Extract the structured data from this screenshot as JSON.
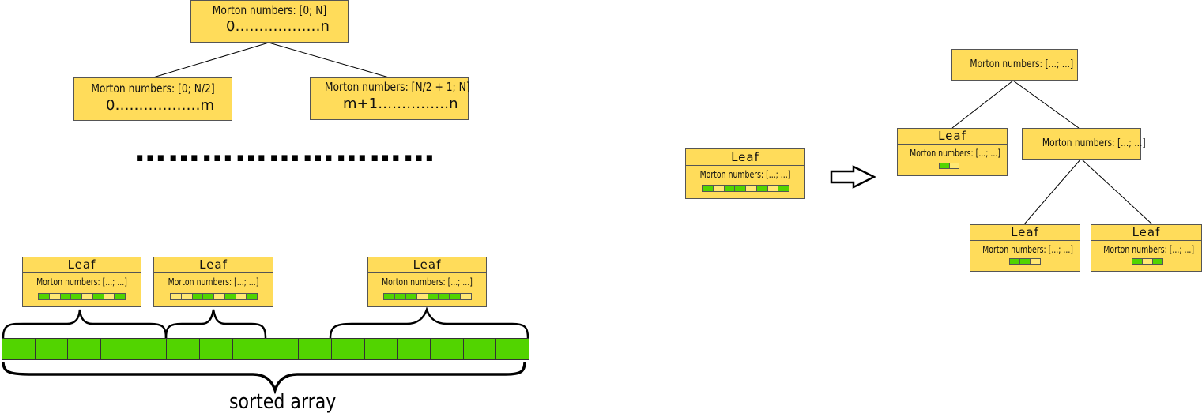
{
  "tree_left": {
    "root": {
      "title": "Morton numbers: [0; N]",
      "range": "0………………n"
    },
    "left_child": {
      "title": "Morton numbers: [0; N/2]",
      "range": "0………………m"
    },
    "right_child": {
      "title": "Morton numbers: [N/2 + 1; N]",
      "range": "m+1……………n"
    },
    "ellipsis": "………………………"
  },
  "leaves_bottom": [
    {
      "label": "Leaf",
      "title": "Morton numbers: [...; ...]",
      "cells": [
        "g",
        "y",
        "g",
        "g",
        "y",
        "g",
        "y",
        "g"
      ]
    },
    {
      "label": "Leaf",
      "title": "Morton numbers: [...; ...]",
      "cells": [
        "y",
        "y",
        "g",
        "g",
        "y",
        "g",
        "y",
        "g"
      ]
    },
    {
      "label": "Leaf",
      "title": "Morton numbers: [...; ...]",
      "cells": [
        "g",
        "g",
        "g",
        "y",
        "g",
        "g",
        "g",
        "y"
      ]
    }
  ],
  "sorted_array": {
    "caption": "sorted array",
    "cell_count": 16,
    "color": "#52d400"
  },
  "split_example": {
    "before_leaf": {
      "label": "Leaf",
      "title": "Morton numbers: [...; ...]",
      "cells": [
        "g",
        "y",
        "g",
        "g",
        "y",
        "g",
        "y",
        "g"
      ]
    },
    "arrow": "right-arrow-icon",
    "after": {
      "root": {
        "title": "Morton numbers: [...; ...]"
      },
      "left_leaf": {
        "label": "Leaf",
        "title": "Morton numbers: [...; ...]",
        "cells": [
          "g",
          "y"
        ]
      },
      "inner": {
        "title": "Morton numbers: [...; ...]"
      },
      "leaf_a": {
        "label": "Leaf",
        "title": "Morton numbers: [...; ...]",
        "cells": [
          "g",
          "g",
          "y"
        ]
      },
      "leaf_b": {
        "label": "Leaf",
        "title": "Morton numbers: [...; ...]",
        "cells": [
          "g",
          "y",
          "g"
        ]
      }
    }
  },
  "colors": {
    "node_fill": "#ffdc5a",
    "green": "#52d400",
    "yellow": "#ffe873"
  }
}
